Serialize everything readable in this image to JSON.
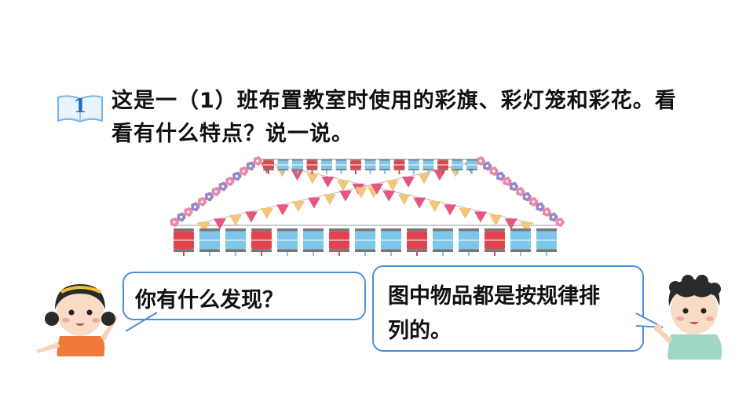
{
  "problem": {
    "number": "1",
    "text": "这是一（1）班布置教室时使用的彩旗、彩灯笼和彩花。看看有什么特点？说一说。"
  },
  "dialogue": {
    "girl_text": "你有什么发现？",
    "boy_text": "图中物品都是按规律排列的。"
  },
  "colors": {
    "accent_blue": "#4a90d9",
    "lantern_red": "#e0454f",
    "lantern_blue": "#7ec6ea",
    "flag_pink": "#e7557f",
    "flag_yellow": "#f3c57a",
    "flower_pink": "#e98aa6",
    "flower_purple": "#9b87c9"
  },
  "decorations": {
    "lantern_pattern": [
      "red",
      "blue",
      "blue"
    ],
    "flag_pattern": [
      "pink",
      "yellow"
    ],
    "flower_pattern": [
      "pink",
      "purple"
    ]
  },
  "icons": {
    "badge": "open-book-icon",
    "girl": "girl-avatar",
    "boy": "boy-avatar"
  }
}
